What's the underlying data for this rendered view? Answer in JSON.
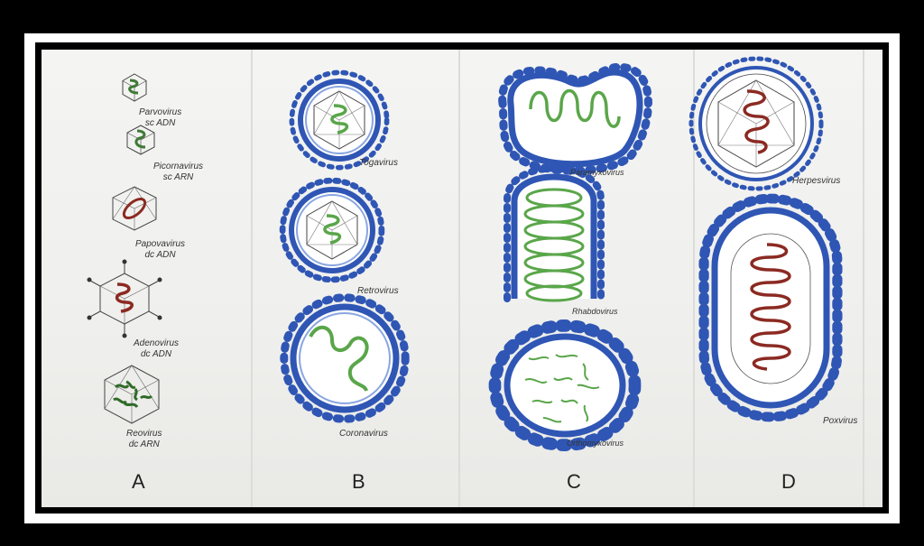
{
  "columns": {
    "a": {
      "letter": "A"
    },
    "b": {
      "letter": "B"
    },
    "c": {
      "letter": "C"
    },
    "d": {
      "letter": "D"
    }
  },
  "viruses": {
    "parvovirus": {
      "name": "Parvovirus",
      "genome": "sc ADN"
    },
    "picornavirus": {
      "name": "Picornavirus",
      "genome": "sc ARN"
    },
    "papovavirus": {
      "name": "Papovavirus",
      "genome": "dc ADN"
    },
    "adenovirus": {
      "name": "Adenovirus",
      "genome": "dc ADN"
    },
    "reovirus": {
      "name": "Reovirus",
      "genome": "dc ARN"
    },
    "togavirus": {
      "name": "Togavirus"
    },
    "retrovirus": {
      "name": "Retrovirus"
    },
    "coronavirus": {
      "name": "Coronavirus"
    },
    "paramyxovirus": {
      "name": "Paramyxovirus"
    },
    "rhabdovirus": {
      "name": "Rhabdovirus"
    },
    "orthomyxovirus": {
      "name": "Orthomyxovirus"
    },
    "herpesvirus": {
      "name": "Herpesvirus"
    },
    "poxvirus": {
      "name": "Poxvirus"
    }
  },
  "colors": {
    "envelope": "#2f56b4",
    "green_genome": "#5aa64a",
    "red_genome": "#8b2a22",
    "capsid_line": "#444444"
  }
}
